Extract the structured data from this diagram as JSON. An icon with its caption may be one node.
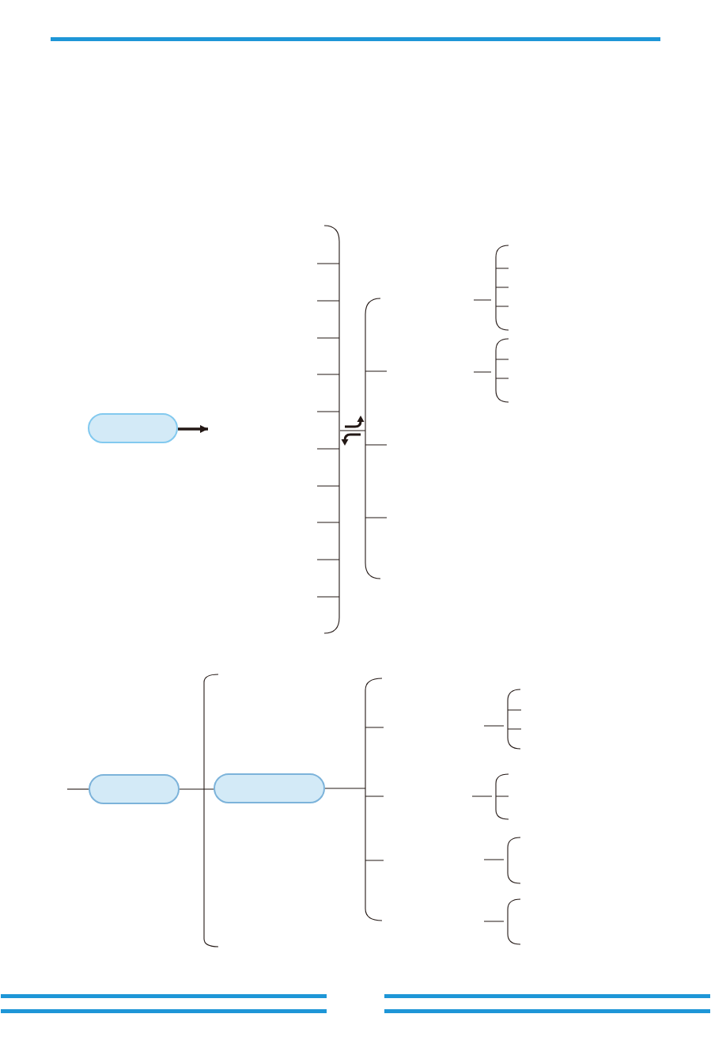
{
  "diagram": {
    "nodes": [
      {
        "text": [],
        "shape": "box"
      },
      {
        "text": [],
        "shape": "box"
      },
      {
        "text": [],
        "shape": "box"
      },
      {
        "text": [],
        "shape": "bracket"
      }
    ],
    "edges": [
      {
        "from": 0,
        "to": null,
        "arrow": "to",
        "style": "thick"
      },
      {
        "from": null,
        "to": 1,
        "arrow": "none"
      },
      {
        "from": 1,
        "to": 2,
        "arrow": "none"
      },
      {
        "from": 2,
        "to": 3,
        "arrow": "none"
      }
    ]
  }
}
